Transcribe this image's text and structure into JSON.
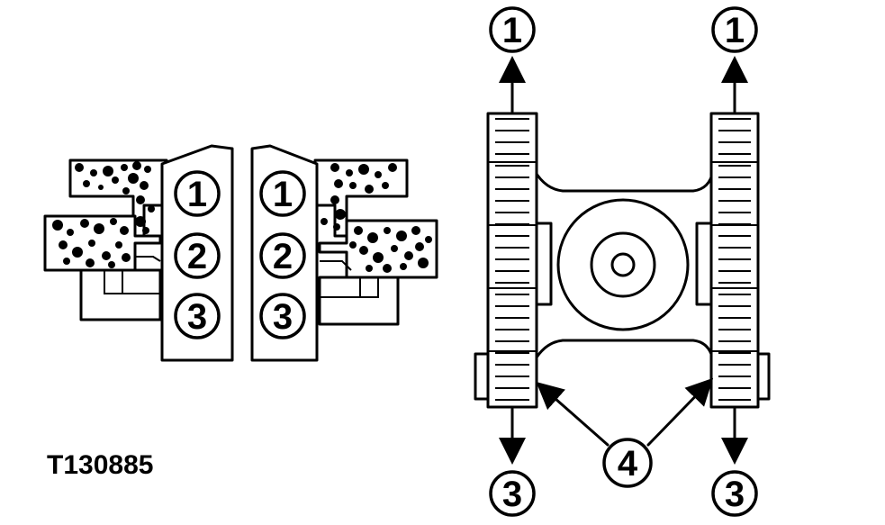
{
  "figure_id": "T130885",
  "callouts": {
    "c1": "1",
    "c2": "2",
    "c3": "3",
    "c4": "4"
  }
}
